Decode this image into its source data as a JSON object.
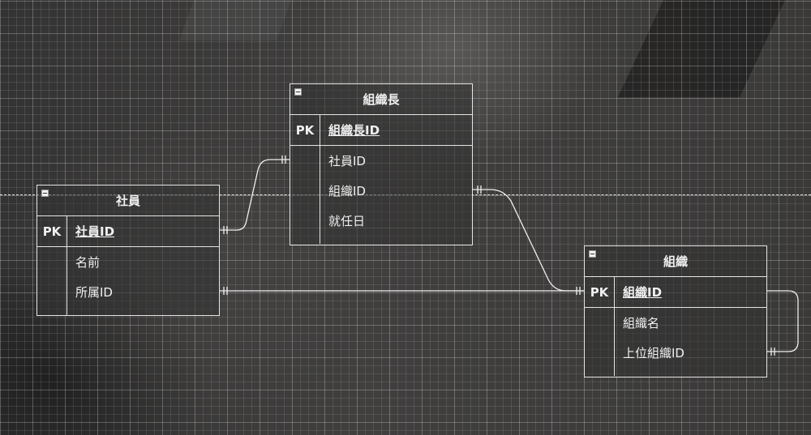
{
  "entities": {
    "employee": {
      "title": "社員",
      "pk_label": "PK",
      "pk_field": "社員ID",
      "fields": [
        "名前",
        "所属ID"
      ]
    },
    "manager": {
      "title": "組織長",
      "pk_label": "PK",
      "pk_field": "組織長ID",
      "fields": [
        "社員ID",
        "組織ID",
        "就任日"
      ]
    },
    "organization": {
      "title": "組織",
      "pk_label": "PK",
      "pk_field": "組織ID",
      "fields": [
        "組織名",
        "上位組織ID"
      ]
    }
  },
  "relationships": [
    {
      "from": "社員.社員ID",
      "to": "組織長.社員ID",
      "notation": "one-to-one"
    },
    {
      "from": "組織長.組織ID",
      "to": "組織.組織ID",
      "notation": "one-to-one"
    },
    {
      "from": "社員.所属ID",
      "to": "組織.組織ID",
      "notation": "one-to-one"
    },
    {
      "from": "組織.上位組織ID",
      "to": "組織.組織ID",
      "notation": "one-to-one"
    }
  ],
  "colors": {
    "line": "#f0f0f0",
    "border": "#e6e6e6",
    "text": "#f0f0f0"
  }
}
